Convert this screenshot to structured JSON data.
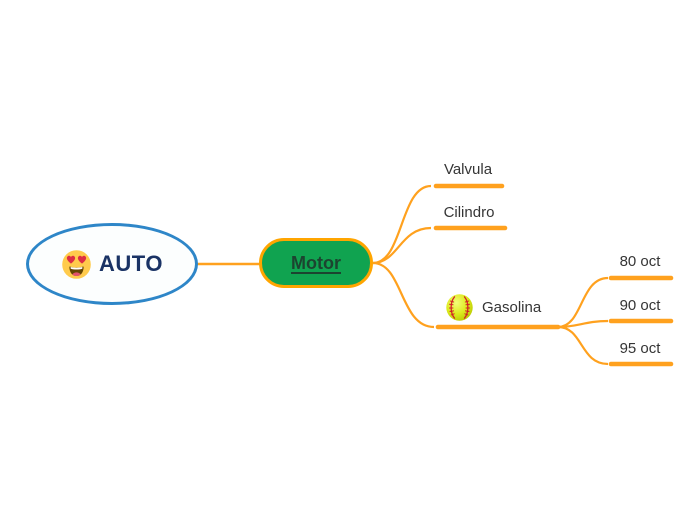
{
  "app": {
    "type": "mindmap-editor"
  },
  "colors": {
    "background": "#FFFFFF",
    "connector_orange": "#FFA11E",
    "topic_line_orange": "#FFA11E",
    "root_border_blue": "#2E86C8",
    "root_fill": "#FCFEFE",
    "root_text": "#1A3365",
    "central_fill": "#10A350",
    "central_border": "#FFA500",
    "central_text": "#1C4430",
    "label_text": "#353535"
  },
  "nodes": {
    "root": {
      "label": "AUTO",
      "icon": "heart-eyes-emoji"
    },
    "central": {
      "label": "Motor"
    },
    "branches": [
      {
        "label": "Valvula"
      },
      {
        "label": "Cilindro"
      },
      {
        "label": "Gasolina",
        "icon": "softball-emoji",
        "children": [
          {
            "label": "80 oct"
          },
          {
            "label": "90 oct"
          },
          {
            "label": "95 oct"
          }
        ]
      }
    ]
  }
}
